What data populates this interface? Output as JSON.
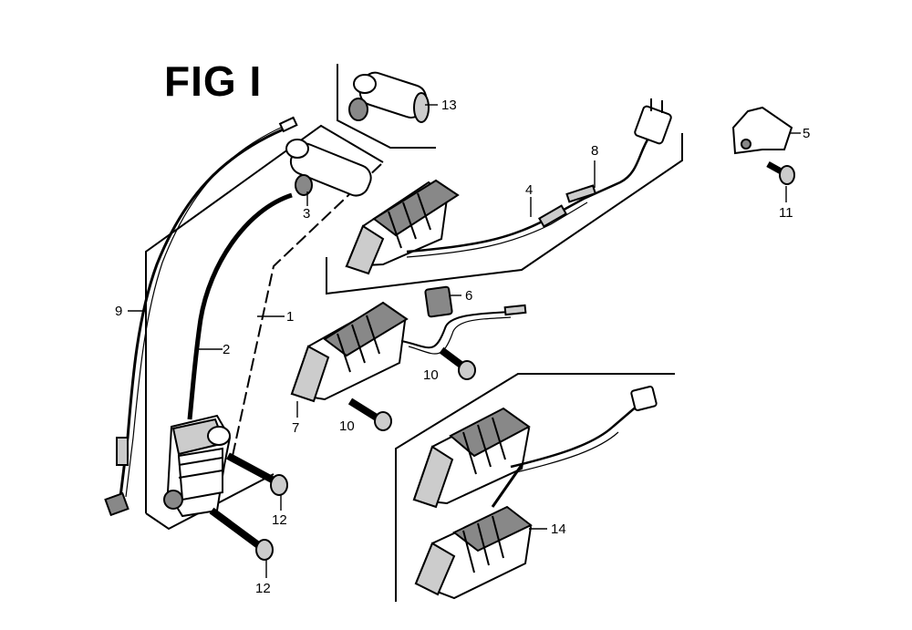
{
  "title": "FIG I",
  "labels": {
    "p1": "1",
    "p2": "2",
    "p3": "3",
    "p4": "4",
    "p5": "5",
    "p6": "6",
    "p7": "7",
    "p8": "8",
    "p9": "9",
    "p10a": "10",
    "p10b": "10",
    "p11": "11",
    "p12a": "12",
    "p12b": "12",
    "p13": "13",
    "p14": "14"
  }
}
